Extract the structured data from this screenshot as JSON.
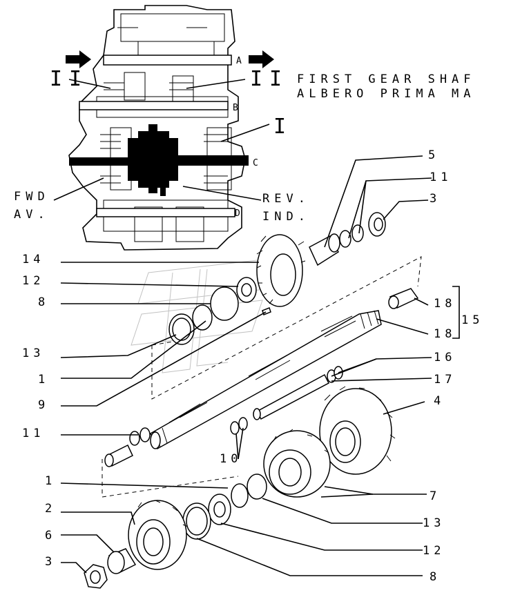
{
  "title": {
    "line1": "FIRST GEAR SHAF",
    "line2": "ALBERO PRIMA MA"
  },
  "inset": {
    "shaft_letters": [
      "A",
      "B",
      "C",
      "D"
    ],
    "roman_left": "II",
    "roman_right": "II",
    "roman_single": "I",
    "fwd": [
      "FWD",
      "AV."
    ],
    "rev": [
      "REV.",
      "IND."
    ]
  },
  "callouts": {
    "c1_top": "1",
    "c1_bottom": "1",
    "c2": "2",
    "c3_top": "3",
    "c3_bottom": "3",
    "c4": "4",
    "c5": "5",
    "c6": "6",
    "c7": "7",
    "c8_top": "8",
    "c8_bottom": "8",
    "c9": "9",
    "c10": "10",
    "c11_top": "11",
    "c11_left": "11",
    "c12_top": "12",
    "c12_bottom": "12",
    "c13_left": "13",
    "c13_bottom": "13",
    "c14": "14",
    "c15": "15",
    "c16": "16",
    "c17": "17",
    "c18_top": "18",
    "c18_mid": "18"
  },
  "colors": {
    "ink": "#000000",
    "paper": "#ffffff",
    "shade": "#777777"
  }
}
